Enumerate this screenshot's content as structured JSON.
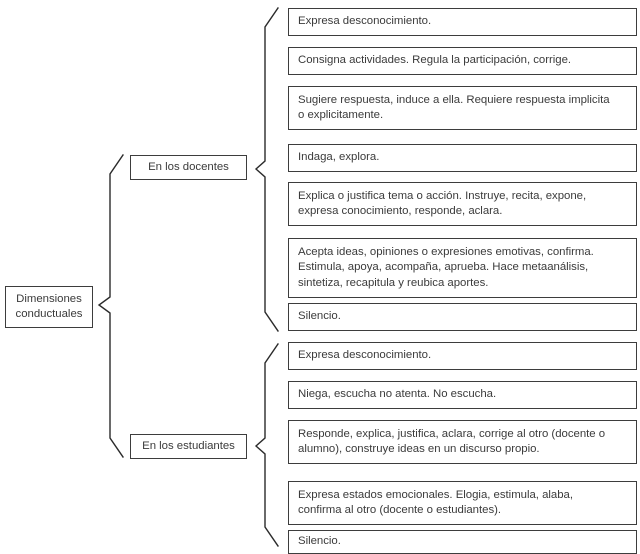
{
  "diagram": {
    "type": "tree-brace-diagram",
    "root": {
      "label": "Dimensiones\nconductuales"
    },
    "branches": [
      {
        "id": "docentes",
        "label": "En los docentes",
        "items": [
          {
            "text": "Expresa desconocimiento."
          },
          {
            "text": "Consigna actividades. Regula la participación, corrige."
          },
          {
            "text": "Sugiere respuesta, induce a ella. Requiere respuesta implicita\no explicitamente."
          },
          {
            "text": "Indaga, explora."
          },
          {
            "text": "Explica o justifica tema o acción. Instruye, recita, expone,\nexpresa conocimiento, responde, aclara."
          },
          {
            "text": "Acepta ideas, opiniones o expresiones emotivas, confirma.\nEstimula, apoya, acompaña, aprueba. Hace metaanálisis,\nsintetiza, recapitula y reubica aportes."
          },
          {
            "text": "Silencio."
          }
        ]
      },
      {
        "id": "estudiantes",
        "label": "En los estudiantes",
        "items": [
          {
            "text": "Expresa desconocimiento."
          },
          {
            "text": "Niega, escucha no atenta. No escucha."
          },
          {
            "text": "Responde, explica, justifica, aclara, corrige al otro (docente o\nalumno), construye ideas en un discurso propio."
          },
          {
            "text": "Expresa estados emocionales. Elogia, estimula, alaba,\nconfirma al otro (docente o estudiantes)."
          },
          {
            "text": "Silencio."
          }
        ]
      }
    ],
    "colors": {
      "text": "#3b3b3b",
      "border": "#3d3d3d",
      "background": "#ffffff",
      "connector": "#2b2b2b"
    }
  }
}
